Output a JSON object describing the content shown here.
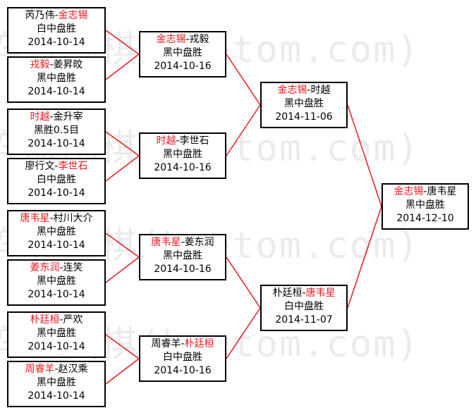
{
  "matches": [
    {
      "id": "m1",
      "p1": "芮乃伟",
      "p2": "金志锡",
      "winner": 2,
      "result": "白中盘胜",
      "date": "2014-10-14"
    },
    {
      "id": "m2",
      "p1": "戎毅",
      "p2": "姜昇旼",
      "winner": 1,
      "result": "黑中盘胜",
      "date": "2014-10-14"
    },
    {
      "id": "m3",
      "p1": "时越",
      "p2": "金升宰",
      "winner": 1,
      "result": "黑胜0.5目",
      "date": "2014-10-14"
    },
    {
      "id": "m4",
      "p1": "廖行文",
      "p2": "李世石",
      "winner": 2,
      "result": "白中盘胜",
      "date": "2014-10-14"
    },
    {
      "id": "m5",
      "p1": "唐韦星",
      "p2": "村川大介",
      "winner": 1,
      "result": "黑中盘胜",
      "date": "2014-10-14"
    },
    {
      "id": "m6",
      "p1": "姜东润",
      "p2": "连笑",
      "winner": 1,
      "result": "黑中盘胜",
      "date": "2014-10-14"
    },
    {
      "id": "m7",
      "p1": "朴廷桓",
      "p2": "严欢",
      "winner": 1,
      "result": "黑中盘胜",
      "date": "2014-10-14"
    },
    {
      "id": "m8",
      "p1": "周睿羊",
      "p2": "赵汉乘",
      "winner": 1,
      "result": "黑中盘胜",
      "date": "2014-10-14"
    },
    {
      "id": "q1",
      "p1": "金志锡",
      "p2": "戎毅",
      "winner": 1,
      "result": "黑中盘胜",
      "date": "2014-10-16"
    },
    {
      "id": "q2",
      "p1": "时越",
      "p2": "李世石",
      "winner": 1,
      "result": "黑中盘胜",
      "date": "2014-10-16"
    },
    {
      "id": "q3",
      "p1": "唐韦星",
      "p2": "姜东润",
      "winner": 1,
      "result": "黑中盘胜",
      "date": "2014-10-16"
    },
    {
      "id": "q4",
      "p1": "周睿羊",
      "p2": "朴廷桓",
      "winner": 2,
      "result": "白中盘胜",
      "date": "2014-10-16"
    },
    {
      "id": "s1",
      "p1": "金志锡",
      "p2": "时越",
      "winner": 1,
      "result": "黑中盘胜",
      "date": "2014-11-06"
    },
    {
      "id": "s2",
      "p1": "朴廷桓",
      "p2": "唐韦星",
      "winner": 2,
      "result": "白中盘胜",
      "date": "2014-11-07"
    },
    {
      "id": "f1",
      "p1": "金志锡",
      "p2": "唐韦星",
      "winner": 1,
      "result": "黑中盘胜",
      "date": "2014-12-10"
    }
  ],
  "colors": {
    "winner": "#e8191f",
    "text": "#000000",
    "line": "#e8191f",
    "border": "#000000"
  },
  "watermark": "弈城围棋(hoetom.com)"
}
